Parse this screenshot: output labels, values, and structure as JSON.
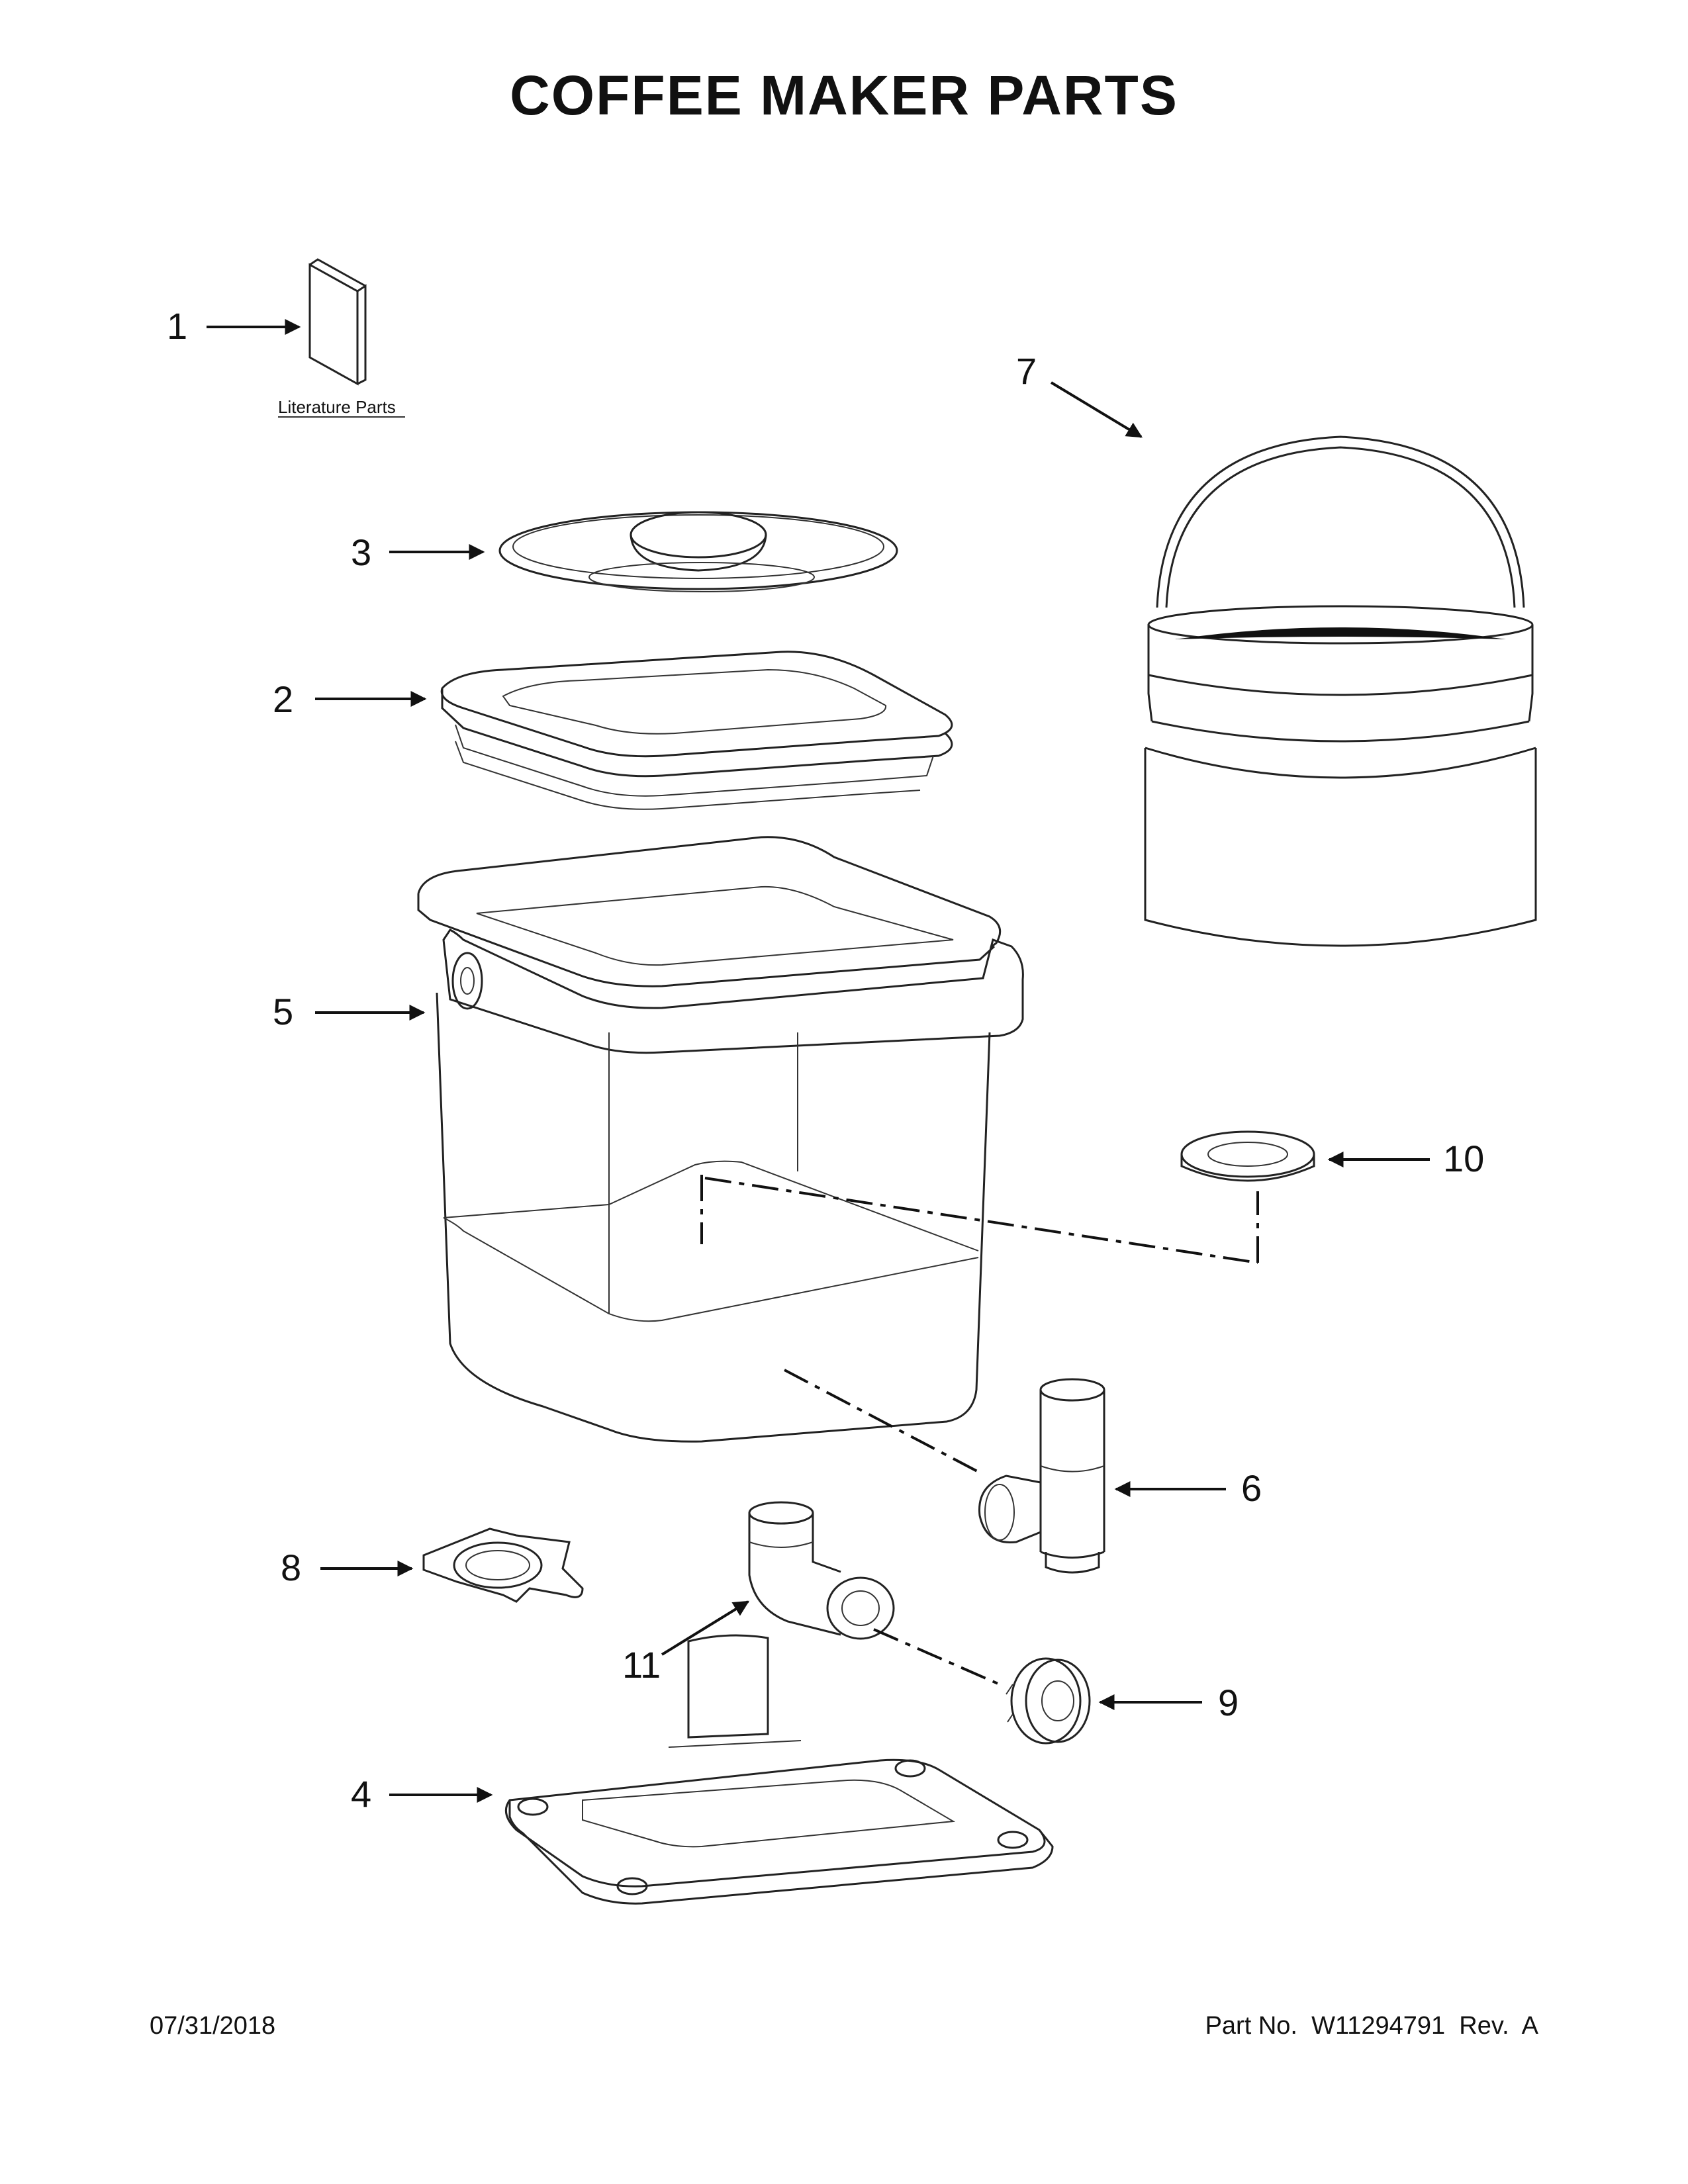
{
  "title": "COFFEE MAKER PARTS",
  "literature_label": "Literature Parts",
  "callouts": {
    "p1": "1",
    "p2": "2",
    "p3": "3",
    "p4": "4",
    "p5": "5",
    "p6": "6",
    "p7": "7",
    "p8": "8",
    "p9": "9",
    "p10": "10",
    "p11": "11"
  },
  "footer": {
    "date": "07/31/2018",
    "part_no": "Part No.  W11294791  Rev.  A"
  }
}
